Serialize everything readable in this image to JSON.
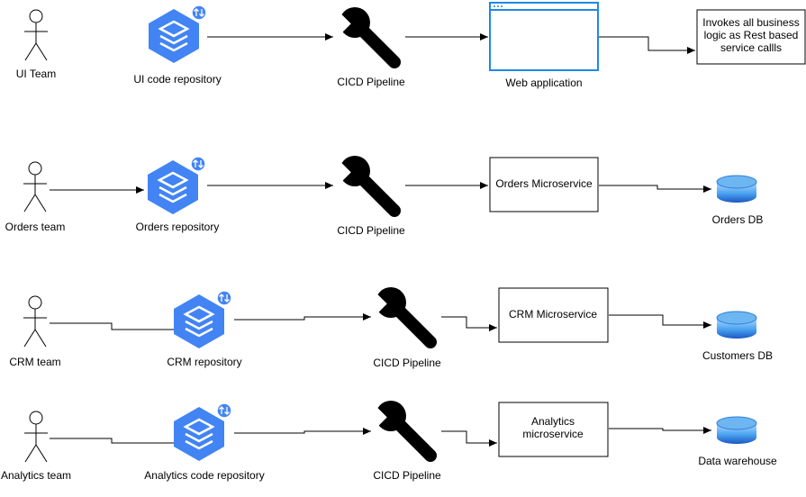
{
  "rows": [
    {
      "team": "UI Team",
      "repo": "UI code repository",
      "pipeline": "CICD Pipeline",
      "target": "Web application"
    },
    {
      "team": "Orders team",
      "repo": "Orders repository",
      "pipeline": "CICD Pipeline",
      "service": "Orders Microservice",
      "db": "Orders DB"
    },
    {
      "team": "CRM team",
      "repo": "CRM repository",
      "pipeline": "CICD Pipeline",
      "service": "CRM Microservice",
      "db": "Customers DB"
    },
    {
      "team": "Analytics team",
      "repo": "Analytics code repository",
      "pipeline": "CICD Pipeline",
      "service_lines": [
        "Analytics",
        "microservice"
      ],
      "db": "Data warehouse"
    }
  ],
  "note_lines": [
    "Invokes all business",
    "logic as Rest based",
    "service callls"
  ],
  "colors": {
    "repo_blue": "#4284f3",
    "web_blue": "#1e88e5",
    "db_blue": "#2f7fd8",
    "stroke": "#000000"
  },
  "icons": {
    "actor": "person-actor-icon",
    "repo": "source-repository-icon",
    "pipeline": "wrench-icon",
    "web": "browser-window-icon",
    "db": "database-icon"
  }
}
